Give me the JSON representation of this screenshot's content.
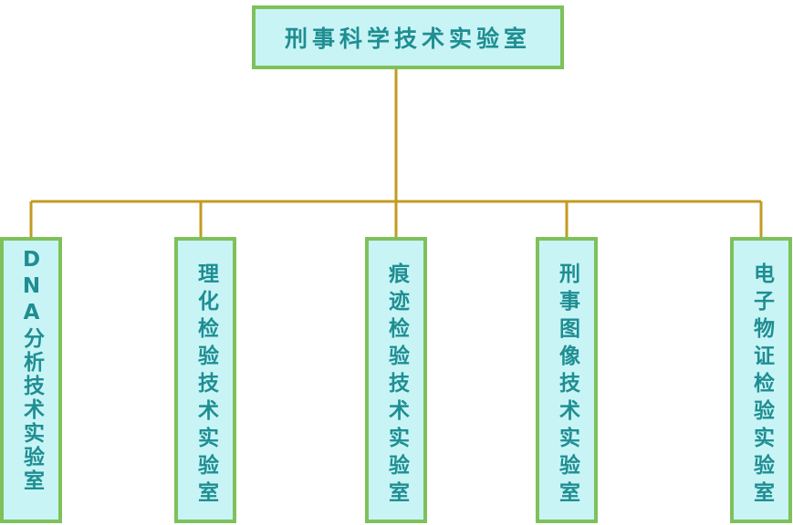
{
  "diagram": {
    "root": {
      "label": "刑事科学技术实验室"
    },
    "children": [
      {
        "label": "DNA分析技术实验室"
      },
      {
        "label": "理化检验技术实验室"
      },
      {
        "label": "痕迹检验技术实验室"
      },
      {
        "label": "刑事图像技术实验室"
      },
      {
        "label": "电子物证检验实验室"
      }
    ]
  },
  "colors": {
    "box_fill": "#c8f4f6",
    "box_border": "#7ec15a",
    "text": "#1f8e92",
    "connector": "#c29b22"
  }
}
